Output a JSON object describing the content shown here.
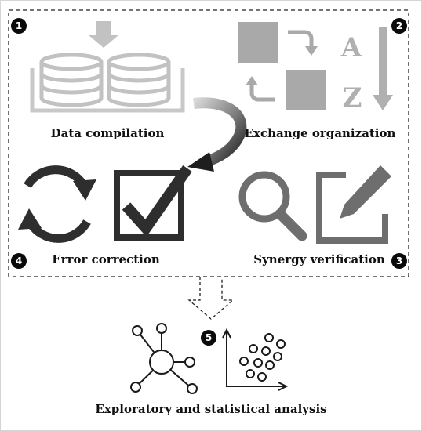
{
  "steps": [
    {
      "number": "1",
      "label": "Data compilation"
    },
    {
      "number": "2",
      "label": "Exchange organization"
    },
    {
      "number": "3",
      "label": "Synergy verification"
    },
    {
      "number": "4",
      "label": "Error correction"
    },
    {
      "number": "5",
      "label": "Exploratory and statistical analysis"
    }
  ],
  "az_letters": {
    "top": "A",
    "bottom": "Z"
  },
  "colors": {
    "light_gray": "#c2c2c2",
    "mid_gray": "#8c8c8c",
    "dark": "#2e2e2e",
    "black": "#0a0a0a"
  }
}
